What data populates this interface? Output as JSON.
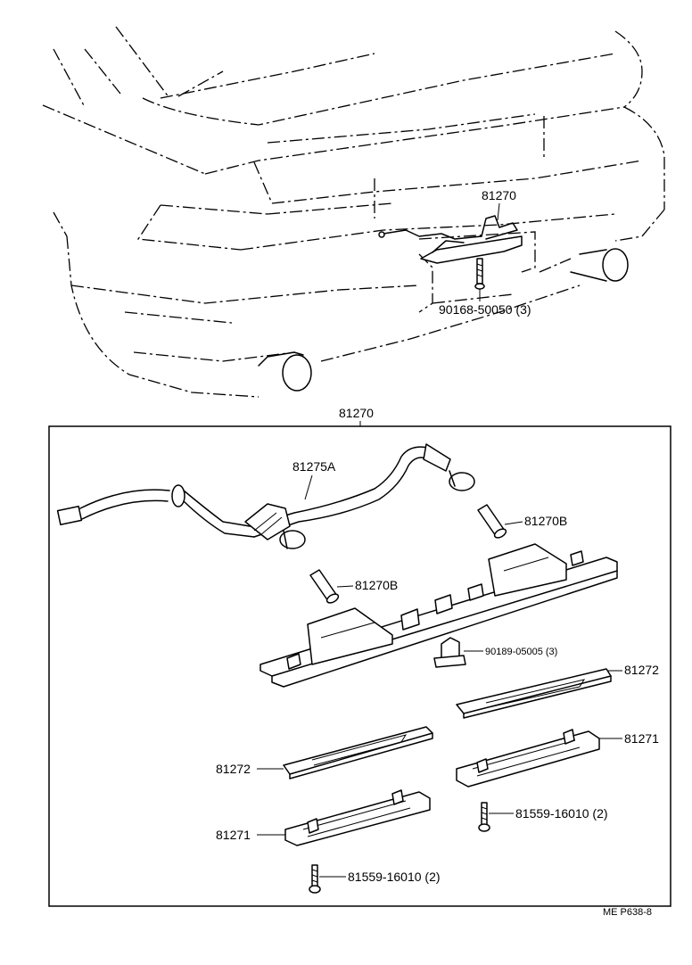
{
  "labels": {
    "top_assy": "81270",
    "top_screw": "90168-50050 (3)",
    "box_title": "81270",
    "harness": "81275A",
    "bulb_right": "81270B",
    "bulb_left": "81270B",
    "nut": "90189-05005 (3)",
    "lens_right": "81272",
    "lens_left": "81272",
    "housing_right": "81271",
    "housing_left": "81271",
    "screw_right": "81559-16010 (2)",
    "screw_left": "81559-16010 (2)",
    "footer_code": "ME  P638-8"
  }
}
